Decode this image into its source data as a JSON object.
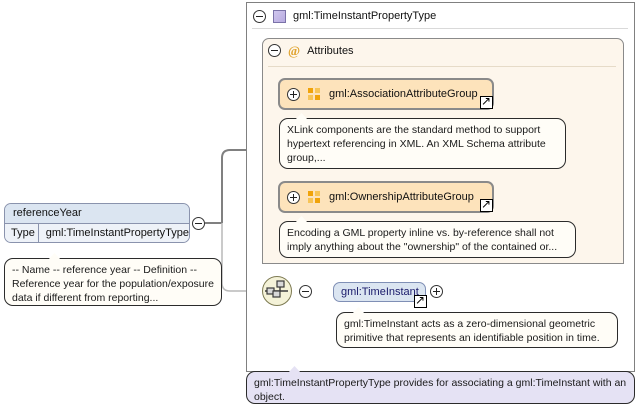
{
  "diagram": {
    "kind": "xml-schema-complextype-diagram",
    "complex_type": {
      "name": "gml:TimeInstantPropertyType",
      "icon": "complextype-icon",
      "expanded": true
    },
    "attributes_group": {
      "label": "Attributes",
      "icon": "at-icon",
      "expanded": true,
      "items": [
        {
          "name": "gml:AssociationAttributeGroup",
          "icon": "attribute-group-icon",
          "expanded": false,
          "external_link": true,
          "documentation": "XLink components are the standard method to support hypertext referencing in XML. An XML Schema attribute group,..."
        },
        {
          "name": "gml:OwnershipAttributeGroup",
          "icon": "attribute-group-icon",
          "expanded": false,
          "external_link": true,
          "documentation": "Encoding a GML property inline vs. by-reference shall not imply anything about the \"ownership\" of the contained or..."
        }
      ]
    },
    "source_element": {
      "name": "referenceYear",
      "type_key": "Type",
      "type_value": "gml:TimeInstantPropertyType",
      "expanded": true,
      "documentation": "-- Name -- reference year -- Definition -- Reference year for the population/exposure data if different from reporting..."
    },
    "model_group": {
      "icon": "sequence-icon",
      "expanded": true
    },
    "child_element": {
      "name": "gml:TimeInstant",
      "expanded": false,
      "external_link": true,
      "documentation": "gml:TimeInstant acts as a zero-dimensional geometric primitive that represents an identifiable position in time."
    },
    "type_documentation": "gml:TimeInstantPropertyType provides for associating a gml:TimeInstant with an object.",
    "colors": {
      "element_fill": "#dbe5f1",
      "attribute_fill": "#fde3bb",
      "attributes_panel_fill": "#fdf6ec",
      "callout_fill": "#fffdf7",
      "type_callout_fill": "#e5e2f4",
      "sequence_fill": "#f4f2d8",
      "complextype_icon_fill": "#b8abe0",
      "at_icon_color": "#e0a32e",
      "line_color": "#808080"
    }
  }
}
